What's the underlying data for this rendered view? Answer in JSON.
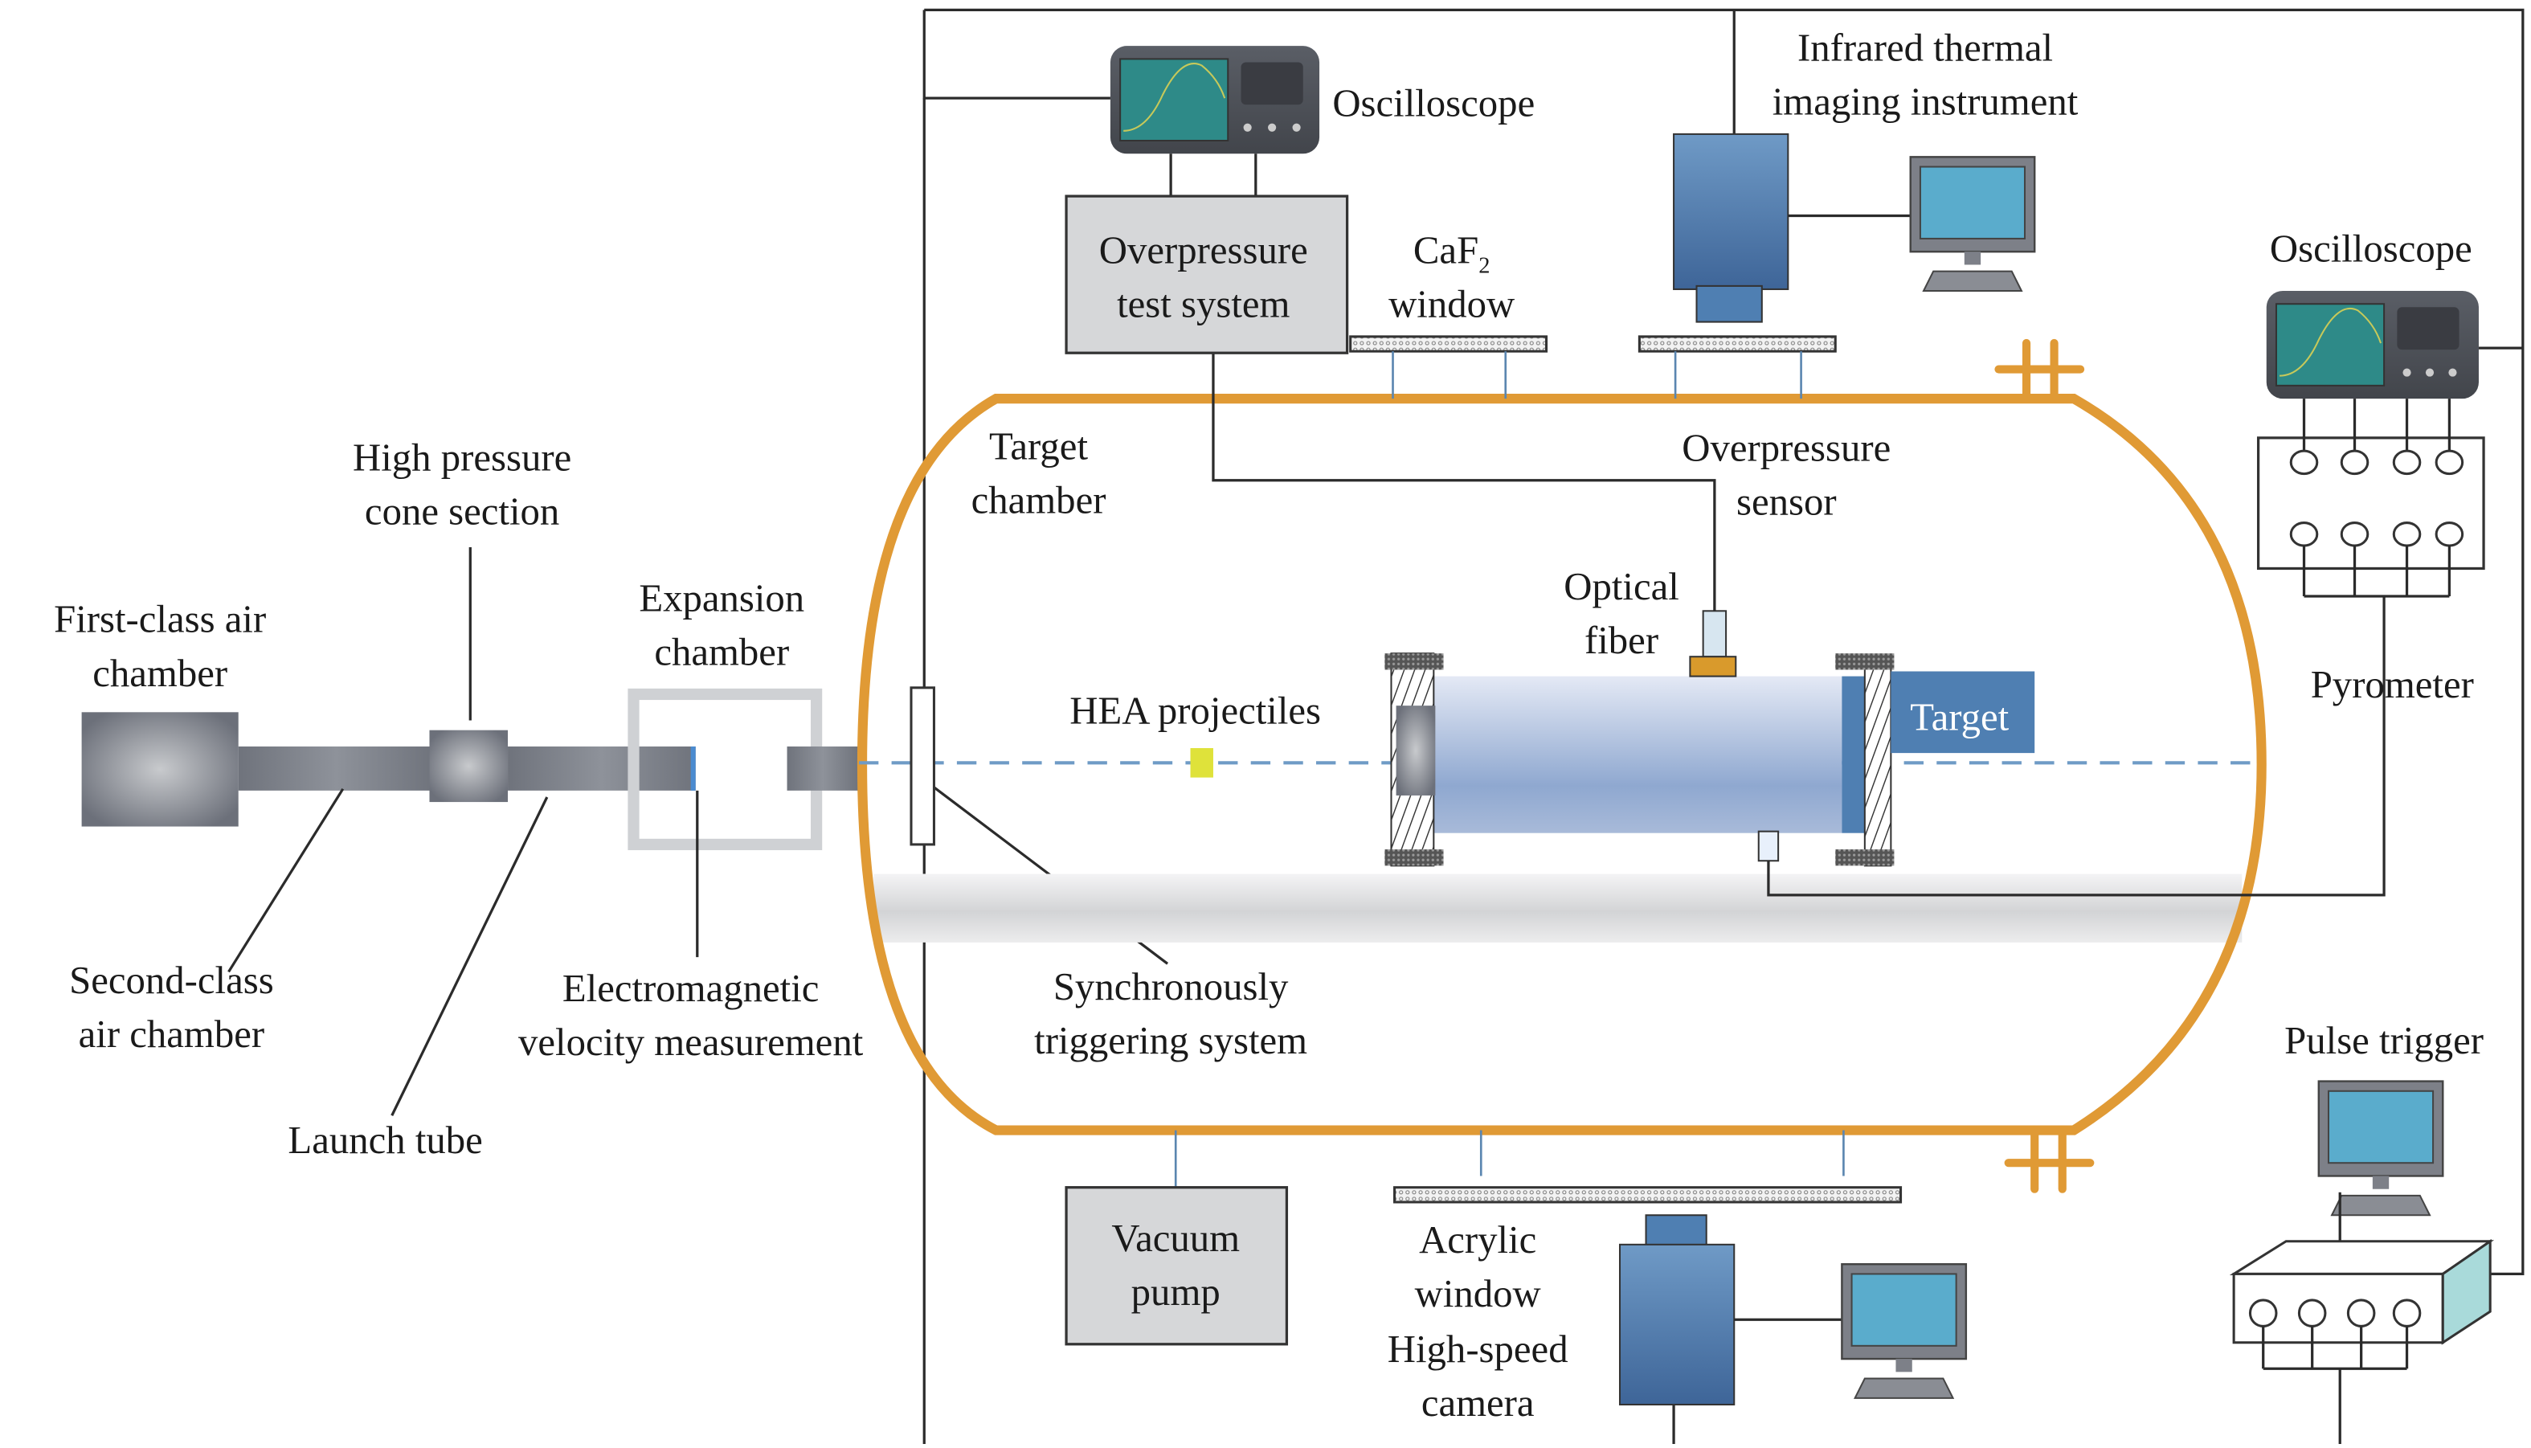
{
  "title": "Two-stage light gas gun impact test system schematic",
  "colors": {
    "chamber_outline": "#e09a35",
    "camera_blue": "#4a74a8",
    "monitor_screen": "#5aaccc",
    "oscilloscope_screen": "#2e8a88",
    "gun_gray": "#7d818a",
    "box_gray": "#d6d7d9",
    "projectile": "#dfe23a",
    "sensor_orange": "#d99a2c",
    "target_blue": "#4f7fb2",
    "trigger_face": "#a9dada"
  },
  "labels": {
    "first_class_air_chamber": [
      "First-class air",
      "chamber"
    ],
    "high_pressure_cone_section": [
      "High pressure",
      "cone section"
    ],
    "expansion_chamber": [
      "Expansion",
      "chamber"
    ],
    "second_class_air_chamber": [
      "Second-class",
      "air chamber"
    ],
    "launch_tube": [
      "Launch tube"
    ],
    "electromagnetic_velocity_measurement": [
      "Electromagnetic",
      "velocity measurement"
    ],
    "synchronously_triggering_system": [
      "Synchronously",
      "triggering system"
    ],
    "target_chamber": [
      "Target",
      "chamber"
    ],
    "hea_projectiles": [
      "HEA projectiles"
    ],
    "optical_fiber": [
      "Optical",
      "fiber"
    ],
    "overpressure_sensor": [
      "Overpressure",
      "sensor"
    ],
    "target": "Target",
    "oscilloscope_top": "Oscilloscope",
    "overpressure_test_system": [
      "Overpressure",
      "test system"
    ],
    "caf2_window": {
      "main": "CaF",
      "sub": "2",
      "line2": "window"
    },
    "infrared_thermal_imaging_instrument": [
      "Infrared thermal",
      "imaging instrument"
    ],
    "oscilloscope_right": "Oscilloscope",
    "pyrometer": "Pyrometer",
    "pulse_trigger": "Pulse trigger",
    "vacuum_pump": [
      "Vacuum",
      "pump"
    ],
    "acrylic_window": [
      "Acrylic",
      "window"
    ],
    "high_speed_camera": [
      "High-speed",
      "camera"
    ]
  }
}
